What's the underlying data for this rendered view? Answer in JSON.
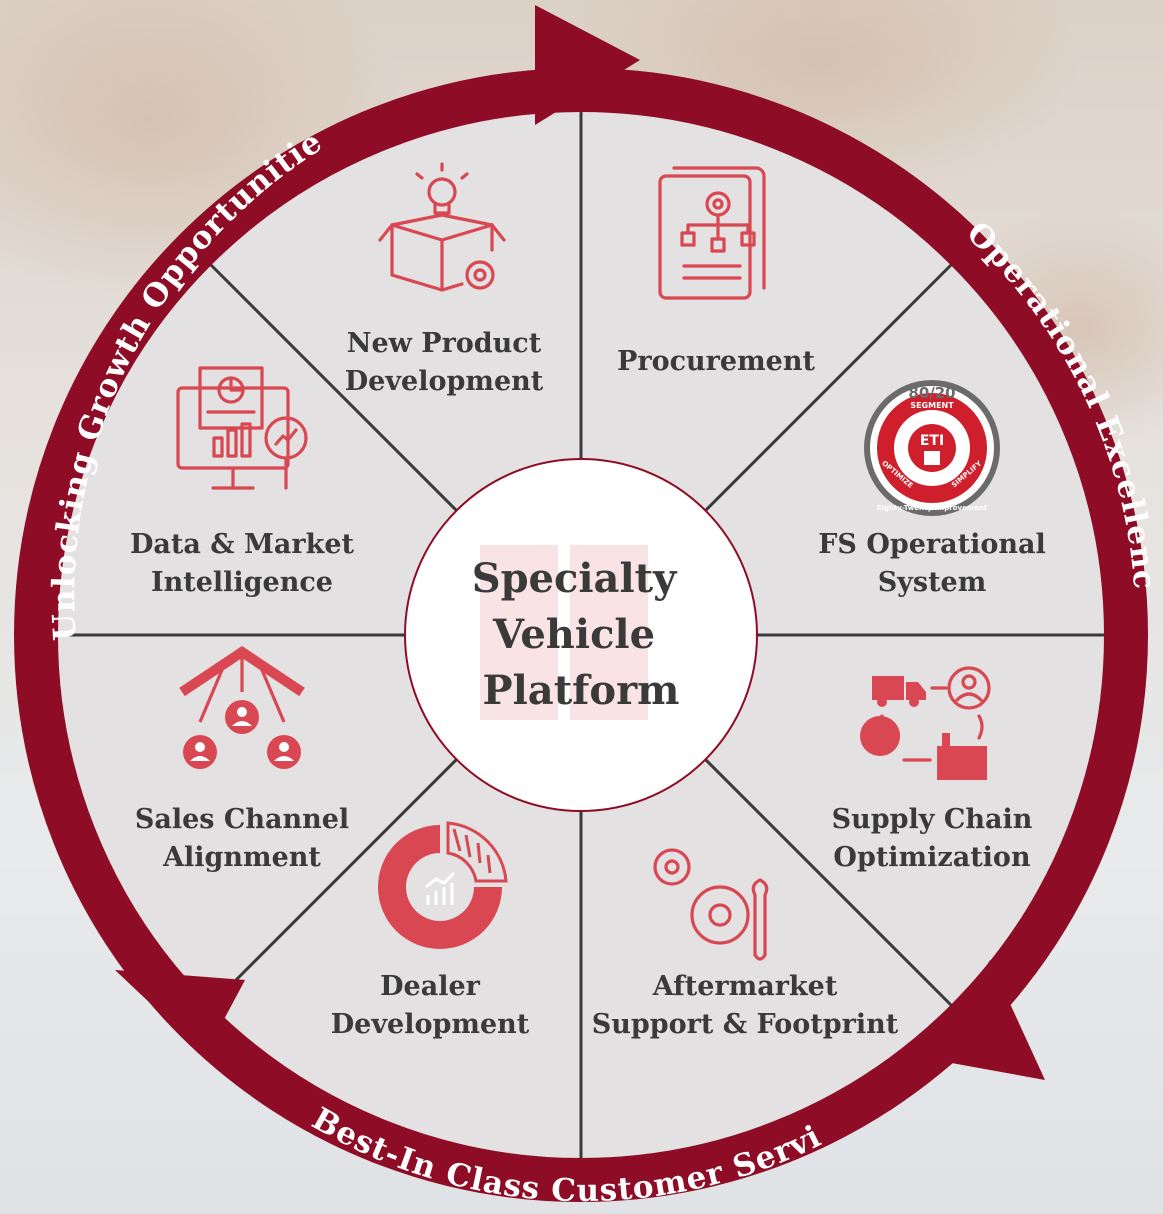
{
  "center": {
    "title_lines": [
      "Specialty",
      "Vehicle",
      "Platform"
    ]
  },
  "segments": [
    {
      "lines": [
        "New Product",
        "Development"
      ],
      "icon": "box-lightbulb-gear-icon"
    },
    {
      "lines": [
        "Procurement"
      ],
      "icon": "document-flowchart-gear-icon"
    },
    {
      "lines": [
        "FS Operational",
        "System"
      ],
      "icon": "eti-8020-badge-icon"
    },
    {
      "lines": [
        "Supply Chain",
        "Optimization"
      ],
      "icon": "truck-person-factory-gear-icon"
    },
    {
      "lines": [
        "Aftermarket",
        "Support & Footprint"
      ],
      "icon": "gears-wrench-icon"
    },
    {
      "lines": [
        "Dealer",
        "Development"
      ],
      "icon": "donut-chart-growth-icon"
    },
    {
      "lines": [
        "Sales Channel",
        "Alignment"
      ],
      "icon": "people-network-roof-icon"
    },
    {
      "lines": [
        "Data & Market",
        "Intelligence"
      ],
      "icon": "monitor-analytics-magnifier-icon"
    }
  ],
  "ring": {
    "top_left": "Unlocking Growth Opportunities",
    "right": "Operational Excellence",
    "bottom": "Best-In Class Customer Service"
  },
  "badge": {
    "top": "80/20",
    "segment": "SEGMENT",
    "optimize": "OPTIMIZE",
    "simplify": "SIMPLIFY",
    "core": "ETI",
    "bottom": "Eighty-Twenty Improvement"
  },
  "colors": {
    "ring": "#8e0c25",
    "icon": "#d84752",
    "wheel": "#e3e1e1",
    "divider": "#3a3a3a",
    "text": "#3a3a3a"
  }
}
